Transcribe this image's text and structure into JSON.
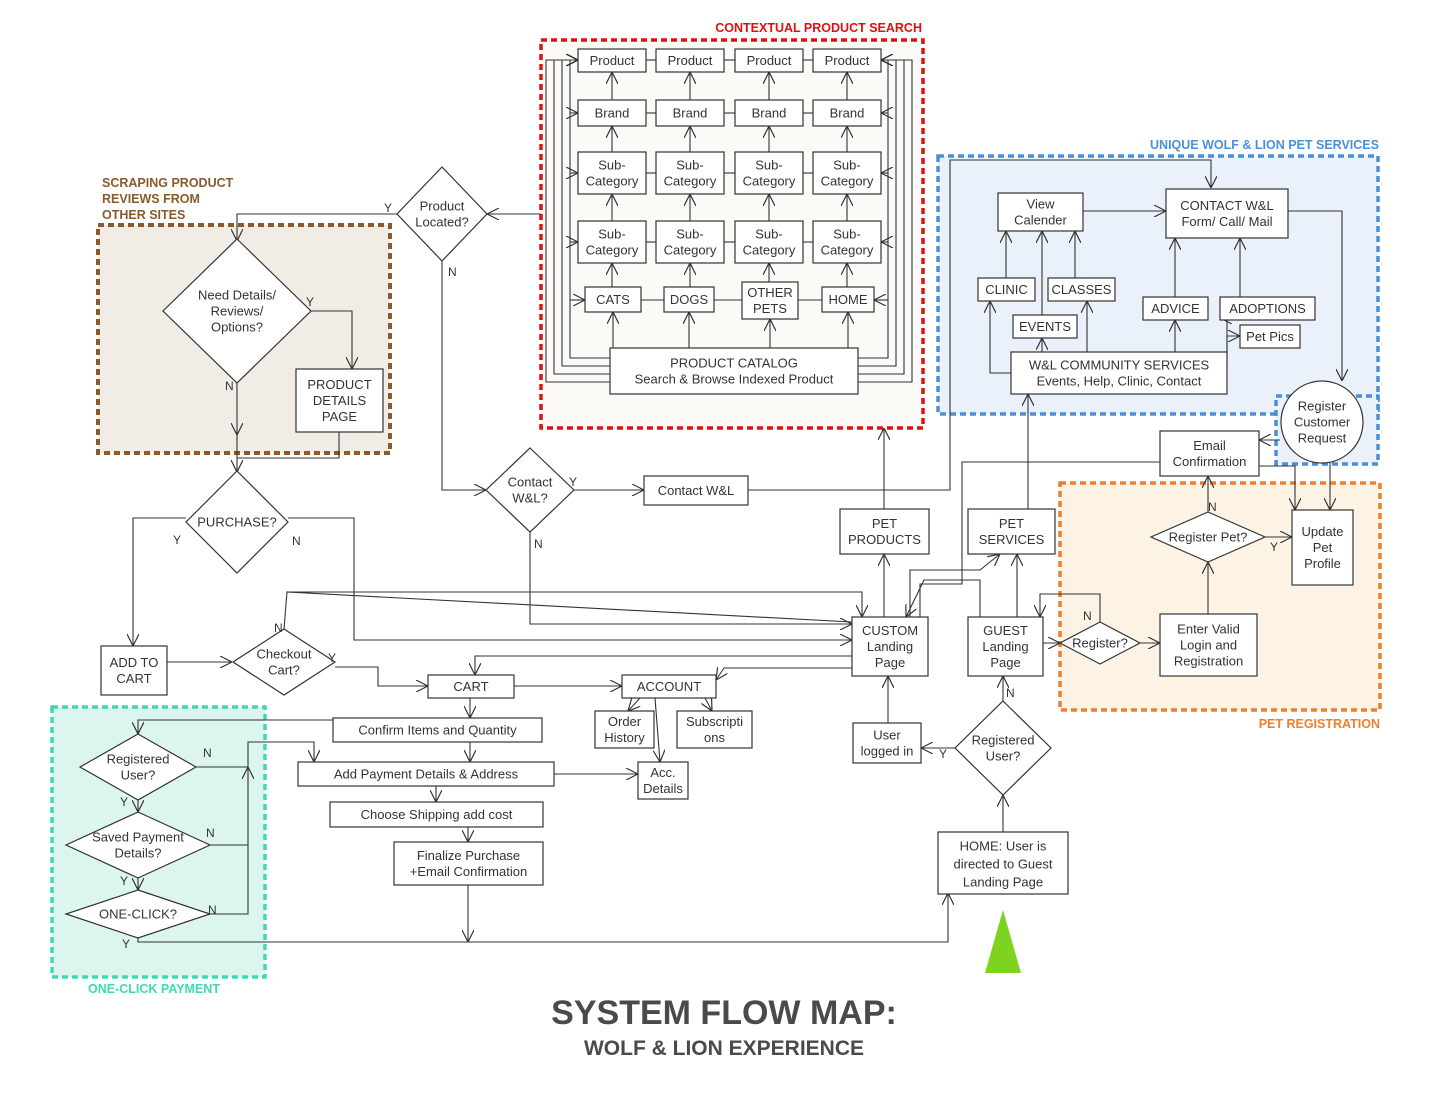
{
  "title": "SYSTEM FLOW MAP:",
  "subtitle": "WOLF & LION EXPERIENCE",
  "colors": {
    "search": "#e01010",
    "scraping": "#8a5a2b",
    "services": "#4a90d9",
    "registration": "#ef7f2a",
    "payment": "#3fd8b3",
    "start_marker": "#7ed321"
  },
  "regions": {
    "search": "CONTEXTUAL PRODUCT SEARCH",
    "scraping": [
      "SCRAPING PRODUCT",
      "REVIEWS FROM",
      "OTHER SITES"
    ],
    "services": "UNIQUE WOLF & LION PET SERVICES",
    "registration": "PET REGISTRATION",
    "payment": "ONE-CLICK PAYMENT"
  },
  "search": {
    "product": "Product",
    "brand": "Brand",
    "subcategory": [
      "Sub-",
      "Category"
    ],
    "categories": [
      [
        "CATS"
      ],
      [
        "DOGS"
      ],
      [
        "OTHER",
        "PETS"
      ],
      [
        "HOME"
      ]
    ],
    "catalog": [
      "PRODUCT CATALOG",
      "Search & Browse Indexed Product"
    ]
  },
  "nodes": {
    "product_located": [
      "Product",
      "Located?"
    ],
    "need_details": [
      "Need Details/",
      "Reviews/",
      "Options?"
    ],
    "product_details": [
      "PRODUCT",
      "DETAILS",
      "PAGE"
    ],
    "purchase": [
      "PURCHASE?"
    ],
    "add_to_cart": [
      "ADD TO",
      "CART"
    ],
    "checkout": [
      "Checkout",
      "Cart?"
    ],
    "contact_q": [
      "Contact",
      "W&L?"
    ],
    "contact_wl": [
      "Contact W&L"
    ],
    "cart": [
      "CART"
    ],
    "account": [
      "ACCOUNT"
    ],
    "order_history": [
      "Order",
      "History"
    ],
    "subscriptions": [
      "Subscripti",
      "ons"
    ],
    "confirm_items": [
      "Confirm Items and Quantity"
    ],
    "add_payment": [
      "Add Payment Details & Address"
    ],
    "acc_details": [
      "Acc.",
      "Details"
    ],
    "choose_shipping": [
      "Choose Shipping add cost"
    ],
    "finalize": [
      "Finalize Purchase",
      "+Email Confirmation"
    ],
    "registered_user_pay": [
      "Registered",
      "User?"
    ],
    "saved_payment": [
      "Saved Payment",
      "Details?"
    ],
    "one_click": [
      "ONE-CLICK?"
    ],
    "pet_products": [
      "PET",
      "PRODUCTS"
    ],
    "pet_services": [
      "PET",
      "SERVICES"
    ],
    "custom_landing": [
      "CUSTOM",
      "Landing",
      "Page"
    ],
    "guest_landing": [
      "GUEST",
      "Landing",
      "Page"
    ],
    "user_logged_in": [
      "User",
      "logged in"
    ],
    "registered_user_home": [
      "Registered",
      "User?"
    ],
    "home": [
      "HOME: User is",
      "directed to Guest",
      "Landing Page"
    ],
    "view_calendar": [
      "View",
      "Calender"
    ],
    "contact_form": [
      "CONTACT W&L",
      "Form/ Call/ Mail"
    ],
    "clinic": [
      "CLINIC"
    ],
    "classes": [
      "CLASSES"
    ],
    "events": [
      "EVENTS"
    ],
    "advice": [
      "ADVICE"
    ],
    "adoptions": [
      "ADOPTIONS"
    ],
    "pet_pics": [
      "Pet Pics"
    ],
    "community": [
      "W&L COMMUNITY SERVICES",
      "Events, Help, Clinic, Contact"
    ],
    "register_request": [
      "Register",
      "Customer",
      "Request"
    ],
    "email_confirmation": [
      "Email",
      "Confirmation"
    ],
    "register_pet": [
      "Register Pet?"
    ],
    "update_profile": [
      "Update",
      "Pet",
      "Profile"
    ],
    "register_q": [
      "Register?"
    ],
    "enter_login": [
      "Enter Valid",
      "Login and",
      "Registration"
    ]
  },
  "branch": {
    "yes": "Y",
    "no": "N"
  }
}
